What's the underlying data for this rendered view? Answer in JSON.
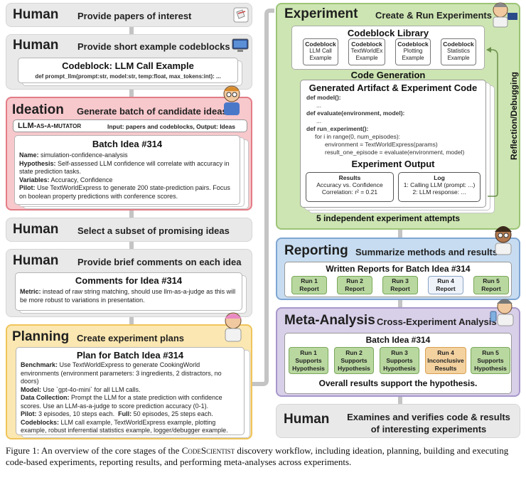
{
  "human1": {
    "head": "Human",
    "sub": "Provide papers of interest"
  },
  "human2": {
    "head": "Human",
    "sub": "Provide short example codeblocks",
    "card_title": "Codeblock: LLM Call Example",
    "card_code": "def prompt_llm(prompt:str, model:str, temp:float, max_tokens:int): ..."
  },
  "ideation": {
    "head": "Ideation",
    "sub": "Generate batch of candidate ideas",
    "mutator": "LLM-as-a-mutator",
    "mutator_io": "Input: papers and codeblocks, Output: Ideas",
    "card_title": "Batch Idea #314",
    "name_label": "Name:",
    "name_val": "simulation-confidence-analysis",
    "hyp_label": "Hypothesis:",
    "hyp_val": "Self-assessed LLM confidence will correlate with accuracy in state prediction tasks.",
    "var_label": "Variables:",
    "var_val": "Accuracy, Confidence",
    "pilot_label": "Pilot:",
    "pilot_val": "Use TextWorldExpress to generate 200 state-prediction pairs. Focus on boolean property predictions with conference scores."
  },
  "human3": {
    "head": "Human",
    "sub": "Select a subset of promising ideas"
  },
  "human4": {
    "head": "Human",
    "sub": "Provide brief comments on each idea",
    "card_title": "Comments for Idea #314",
    "metric_label": "Metric:",
    "metric_val": "instead of raw string matching, should use llm-as-a-judge as this will be more robust to variations in presentation."
  },
  "planning": {
    "head": "Planning",
    "sub": "Create experiment plans",
    "card_title": "Plan for Batch Idea #314",
    "bench_label": "Benchmark:",
    "bench_val": "Use TextWorldExpress to generate CookingWorld environments (environment parameters: 3 ingredients, 2 distractors, no doors)",
    "model_label": "Model:",
    "model_val": "Use `gpt-4o-mini` for all LLM calls.",
    "dc_label": "Data Collection:",
    "dc_val": "Prompt the LLM for a state prediction with confidence scores. Use an LLM-as-a-judge to score prediction accuracy (0-1).",
    "pilot_label": "Pilot:",
    "pilot_val": "3 episodes, 10 steps each.",
    "full_label": "Full:",
    "full_val": "50 episodes, 25 steps each.",
    "cb_label": "Codeblocks:",
    "cb_val": "LLM call example, TextWorldExpress example, plotting example, robust inferrential statistics example, logger/debugger example."
  },
  "experiment": {
    "head": "Experiment",
    "sub": "Create & Run Experiments",
    "lib_title": "Codeblock Library",
    "lib_items": [
      {
        "t": "Codeblock",
        "a": "LLM Call",
        "b": "Example"
      },
      {
        "t": "Codeblock",
        "a": "TextWorldEx",
        "b": "Example"
      },
      {
        "t": "Codeblock",
        "a": "Plotting",
        "b": "Example"
      },
      {
        "t": "Codeblock",
        "a": "Statistics",
        "b": "Example"
      }
    ],
    "codegen_title": "Code Generation",
    "artifact_title": "Generated Artifact & Experiment Code",
    "code_lines": [
      "def model():",
      "...",
      "def evaluate(environment, model):",
      "...",
      "def run_experiment():",
      "for i in range(0, num_episodes):",
      "environment = TextWorldExpress(params)",
      "result_one_episode = evaluate(environment, model)"
    ],
    "output_title": "Experiment Output",
    "results_title": "Results",
    "results_l1": "Accuracy vs. Confidence",
    "results_l2": "Correlation: r² = 0.21",
    "log_title": "Log",
    "log_l1": "1: Calling LLM (prompt: ...)",
    "log_l2": "2: LLM response: ...",
    "attempts": "5 independent experiment attempts",
    "side": "Reflection/Debugging"
  },
  "reporting": {
    "head": "Reporting",
    "sub": "Summarize methods and results",
    "card_title": "Written Reports for Batch Idea #314",
    "runs": [
      {
        "a": "Run 1",
        "b": "Report"
      },
      {
        "a": "Run 2",
        "b": "Report"
      },
      {
        "a": "Run 3",
        "b": "Report"
      },
      {
        "a": "Run 4",
        "b": "Report"
      },
      {
        "a": "Run 5",
        "b": "Report"
      }
    ]
  },
  "meta": {
    "head": "Meta-Analysis",
    "sub": "Cross-Experiment Analysis",
    "card_title": "Batch Idea #314",
    "runs": [
      {
        "a": "Run 1",
        "b": "Supports",
        "c": "Hypothesis"
      },
      {
        "a": "Run 2",
        "b": "Supports",
        "c": "Hypothesis"
      },
      {
        "a": "Run 3",
        "b": "Supports",
        "c": "Hypothesis"
      },
      {
        "a": "Run 4",
        "b": "Inconclusive",
        "c": "Results"
      },
      {
        "a": "Run 5",
        "b": "Supports",
        "c": "Hypothesis"
      }
    ],
    "overall": "Overall results support the hypothesis."
  },
  "human5": {
    "head": "Human",
    "sub_l1": "Examines and verifies code & results",
    "sub_l2": "of interesting experiments"
  },
  "caption": {
    "fig": "Figure 1:",
    "pre": "An overview of the core stages of the",
    "sys": "CodeScientist",
    "post": "discovery workflow, including ideation, planning, building and executing code-based experiments, reporting results, and performing meta-analyses across experiments."
  },
  "colors": {
    "ideation": "#f7c8cc",
    "planning": "#fbe7b1",
    "experiment": "#cde5b2",
    "reporting": "#c7dcf0",
    "meta": "#d8cfe8",
    "human": "#e9e9e9"
  }
}
